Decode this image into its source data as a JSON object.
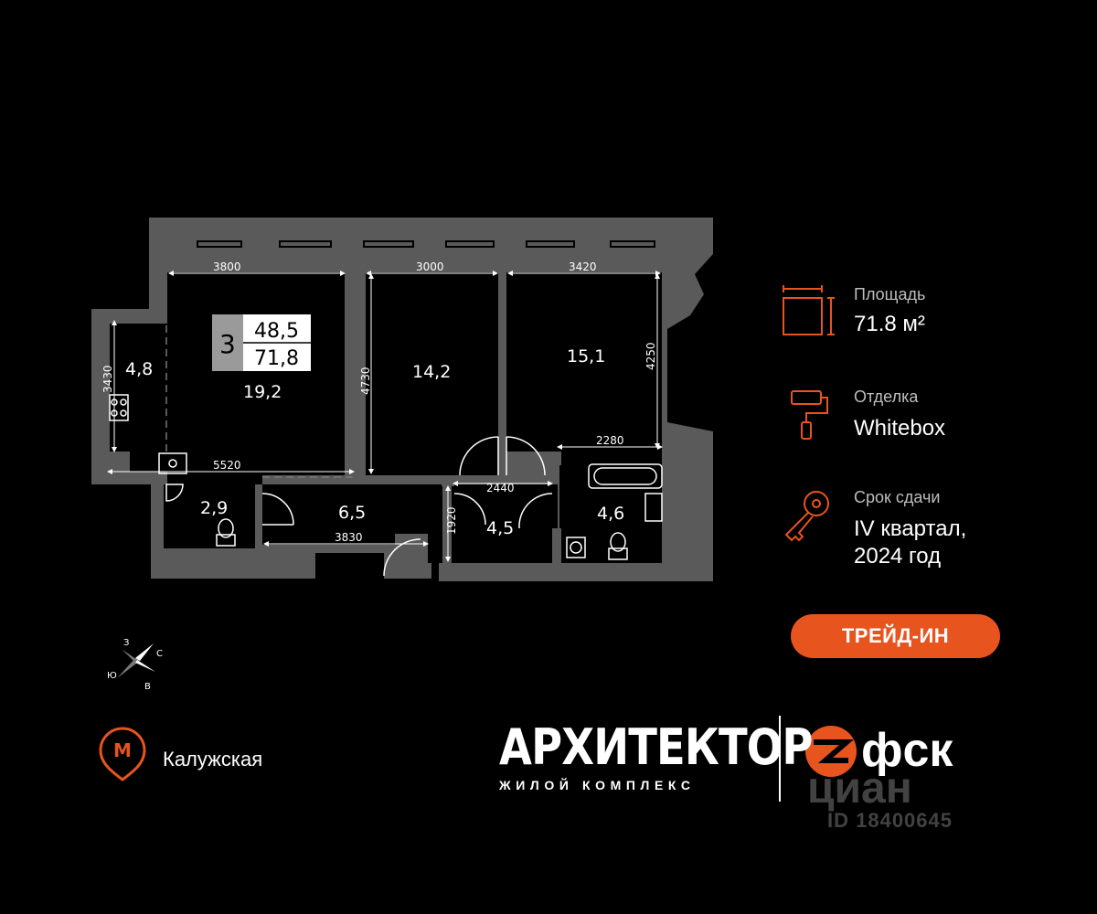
{
  "plan": {
    "badge": {
      "rooms": "3",
      "living_area": "48,5",
      "total_area": "71,8"
    },
    "rooms": {
      "kitchen": "4,8",
      "living": "19,2",
      "bedroom1": "14,2",
      "bedroom2": "15,1",
      "wc": "2,9",
      "hall": "6,5",
      "corridor": "4,5",
      "bath": "4,6"
    },
    "dims": {
      "d3800": "3800",
      "d3000": "3000",
      "d3420": "3420",
      "d3430": "3430",
      "d4730": "4730",
      "d4250": "4250",
      "d5520": "5520",
      "d2280": "2280",
      "d2440": "2440",
      "d1920": "1920",
      "d3830": "3830"
    },
    "compass": {
      "w": "З",
      "n": "С",
      "s": "Ю",
      "e": "В"
    }
  },
  "info": {
    "area_label": "Площадь",
    "area_value": "71.8 м²",
    "finish_label": "Отделка",
    "finish_value": "Whitebox",
    "deadline_label": "Срок сдачи",
    "deadline_line1": "IV квартал,",
    "deadline_line2": "2024 год"
  },
  "trade_in_button": "ТРЕЙД-ИН",
  "metro": {
    "station": "Калужская",
    "logo_letter": "М"
  },
  "brand": {
    "name": "АРХИТЕКТОР",
    "subtitle": "ЖИЛОЙ КОМПЛЕКС",
    "developer": "фск"
  },
  "watermark": {
    "site": "циан",
    "id": "ID 18400645"
  },
  "colors": {
    "accent": "#e8541e",
    "wall": "#5a5a5a",
    "background": "#000000",
    "text": "#ffffff"
  }
}
